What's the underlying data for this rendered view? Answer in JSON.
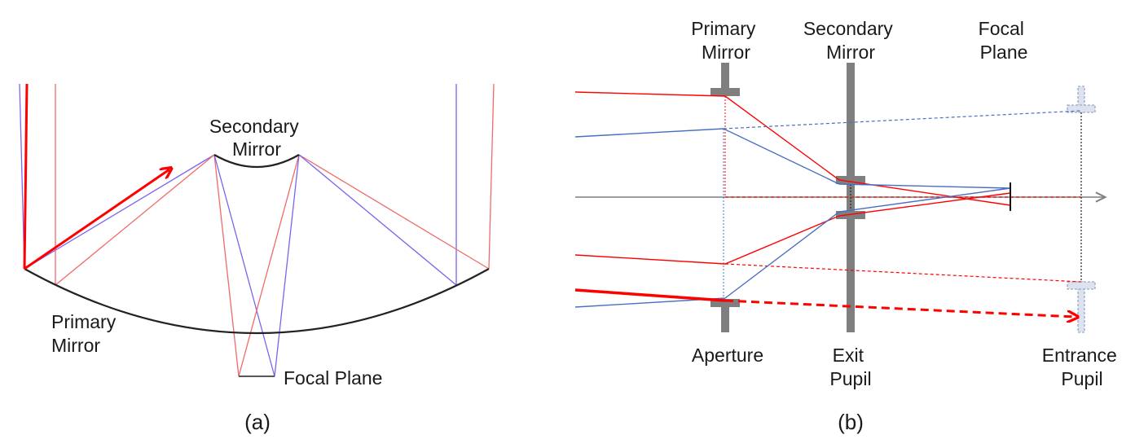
{
  "colors": {
    "red_ray": "#ff0000",
    "pale_red_ray": "#f06a6a",
    "blue_ray": "#4a6fc2",
    "violet_ray": "#7a64f0",
    "mirror": "#222222",
    "stop_gray": "#7f7f7f",
    "entrance_pupil_fill": "#dde3ee",
    "entrance_pupil_edge": "#8a9ab8",
    "axis": "#7f7f7f"
  },
  "panel_a": {
    "caption": "(a)",
    "labels": {
      "secondary_mirror": [
        "Secondary",
        "Mirror"
      ],
      "primary_mirror": [
        "Primary",
        "Mirror"
      ],
      "focal_plane": [
        "Focal Plane"
      ]
    }
  },
  "panel_b": {
    "caption": "(b)",
    "top_labels": {
      "primary_mirror": [
        "Primary",
        "Mirror"
      ],
      "secondary_mirror": [
        "Secondary",
        "Mirror"
      ],
      "focal_plane": [
        "Focal",
        "Plane"
      ]
    },
    "bottom_labels": {
      "aperture": [
        "Aperture"
      ],
      "exit_pupil": [
        "Exit",
        "Pupil"
      ],
      "entrance_pupil": [
        "Entrance",
        "Pupil"
      ]
    }
  }
}
